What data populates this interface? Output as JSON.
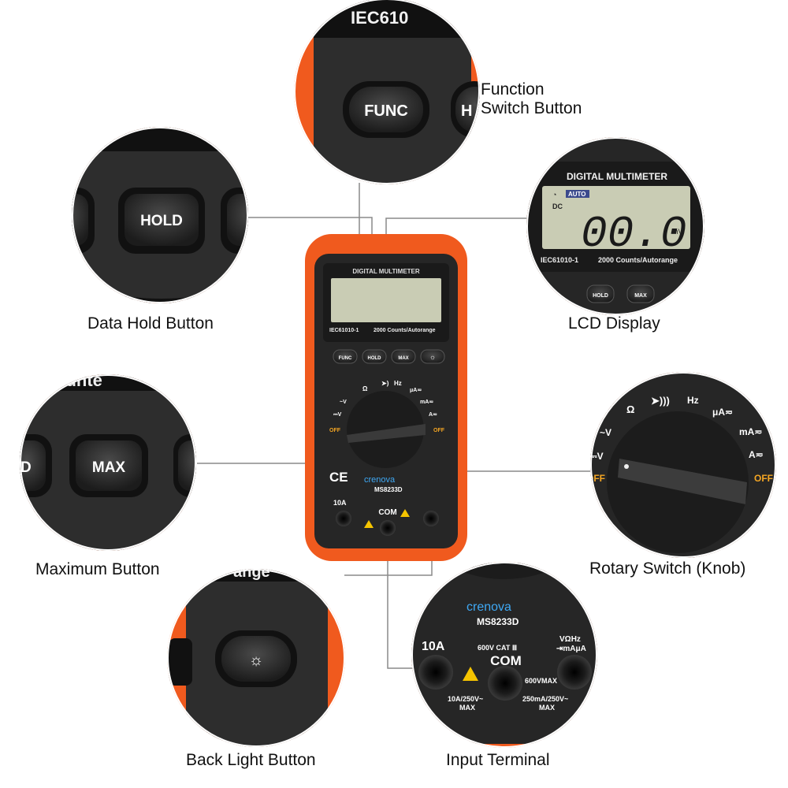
{
  "meter": {
    "title": "DIGITAL MULTIMETER",
    "standard": "IEC61010-1",
    "spec": "2000 Counts/Autorange",
    "reading": "00.0",
    "unit": "mV",
    "mode_auto": "AUTO",
    "mode_dc": "DC",
    "brand": "crenova",
    "model": "MS8233D",
    "buttons": {
      "func": "FUNC",
      "hold": "HOLD",
      "max": "MAX"
    },
    "dial": {
      "ohm": "Ω",
      "hz": "Hz",
      "ua": "μA≂",
      "ma": "mA≂",
      "a": "A≂",
      "acv": "~V",
      "dcv": "⎓V",
      "off": "OFF"
    },
    "terminals": {
      "ten_a": "10A",
      "com": "COM",
      "cat": "600V CAT Ⅲ",
      "vohm": "VΩHz",
      "vohm2": "⇥mAμA",
      "vmax": "600VMAX",
      "fuse_a": "10A/250V~",
      "fuse_a2": "MAX",
      "fuse_ma": "250mA/250V~",
      "fuse_ma2": "MAX"
    }
  },
  "callouts": {
    "function": [
      "Function",
      "Switch Button"
    ],
    "hold": "Data Hold Button",
    "lcd": "LCD Display",
    "max": "Maximum Button",
    "rotary": "Rotary Switch (Knob)",
    "backlight": "Back Light Button",
    "terminal": "Input Terminal"
  },
  "colors": {
    "orange": "#f05a1e",
    "body": "#2a2a2a",
    "lcd": "#c9ccb4",
    "line": "#8a8a8a"
  }
}
